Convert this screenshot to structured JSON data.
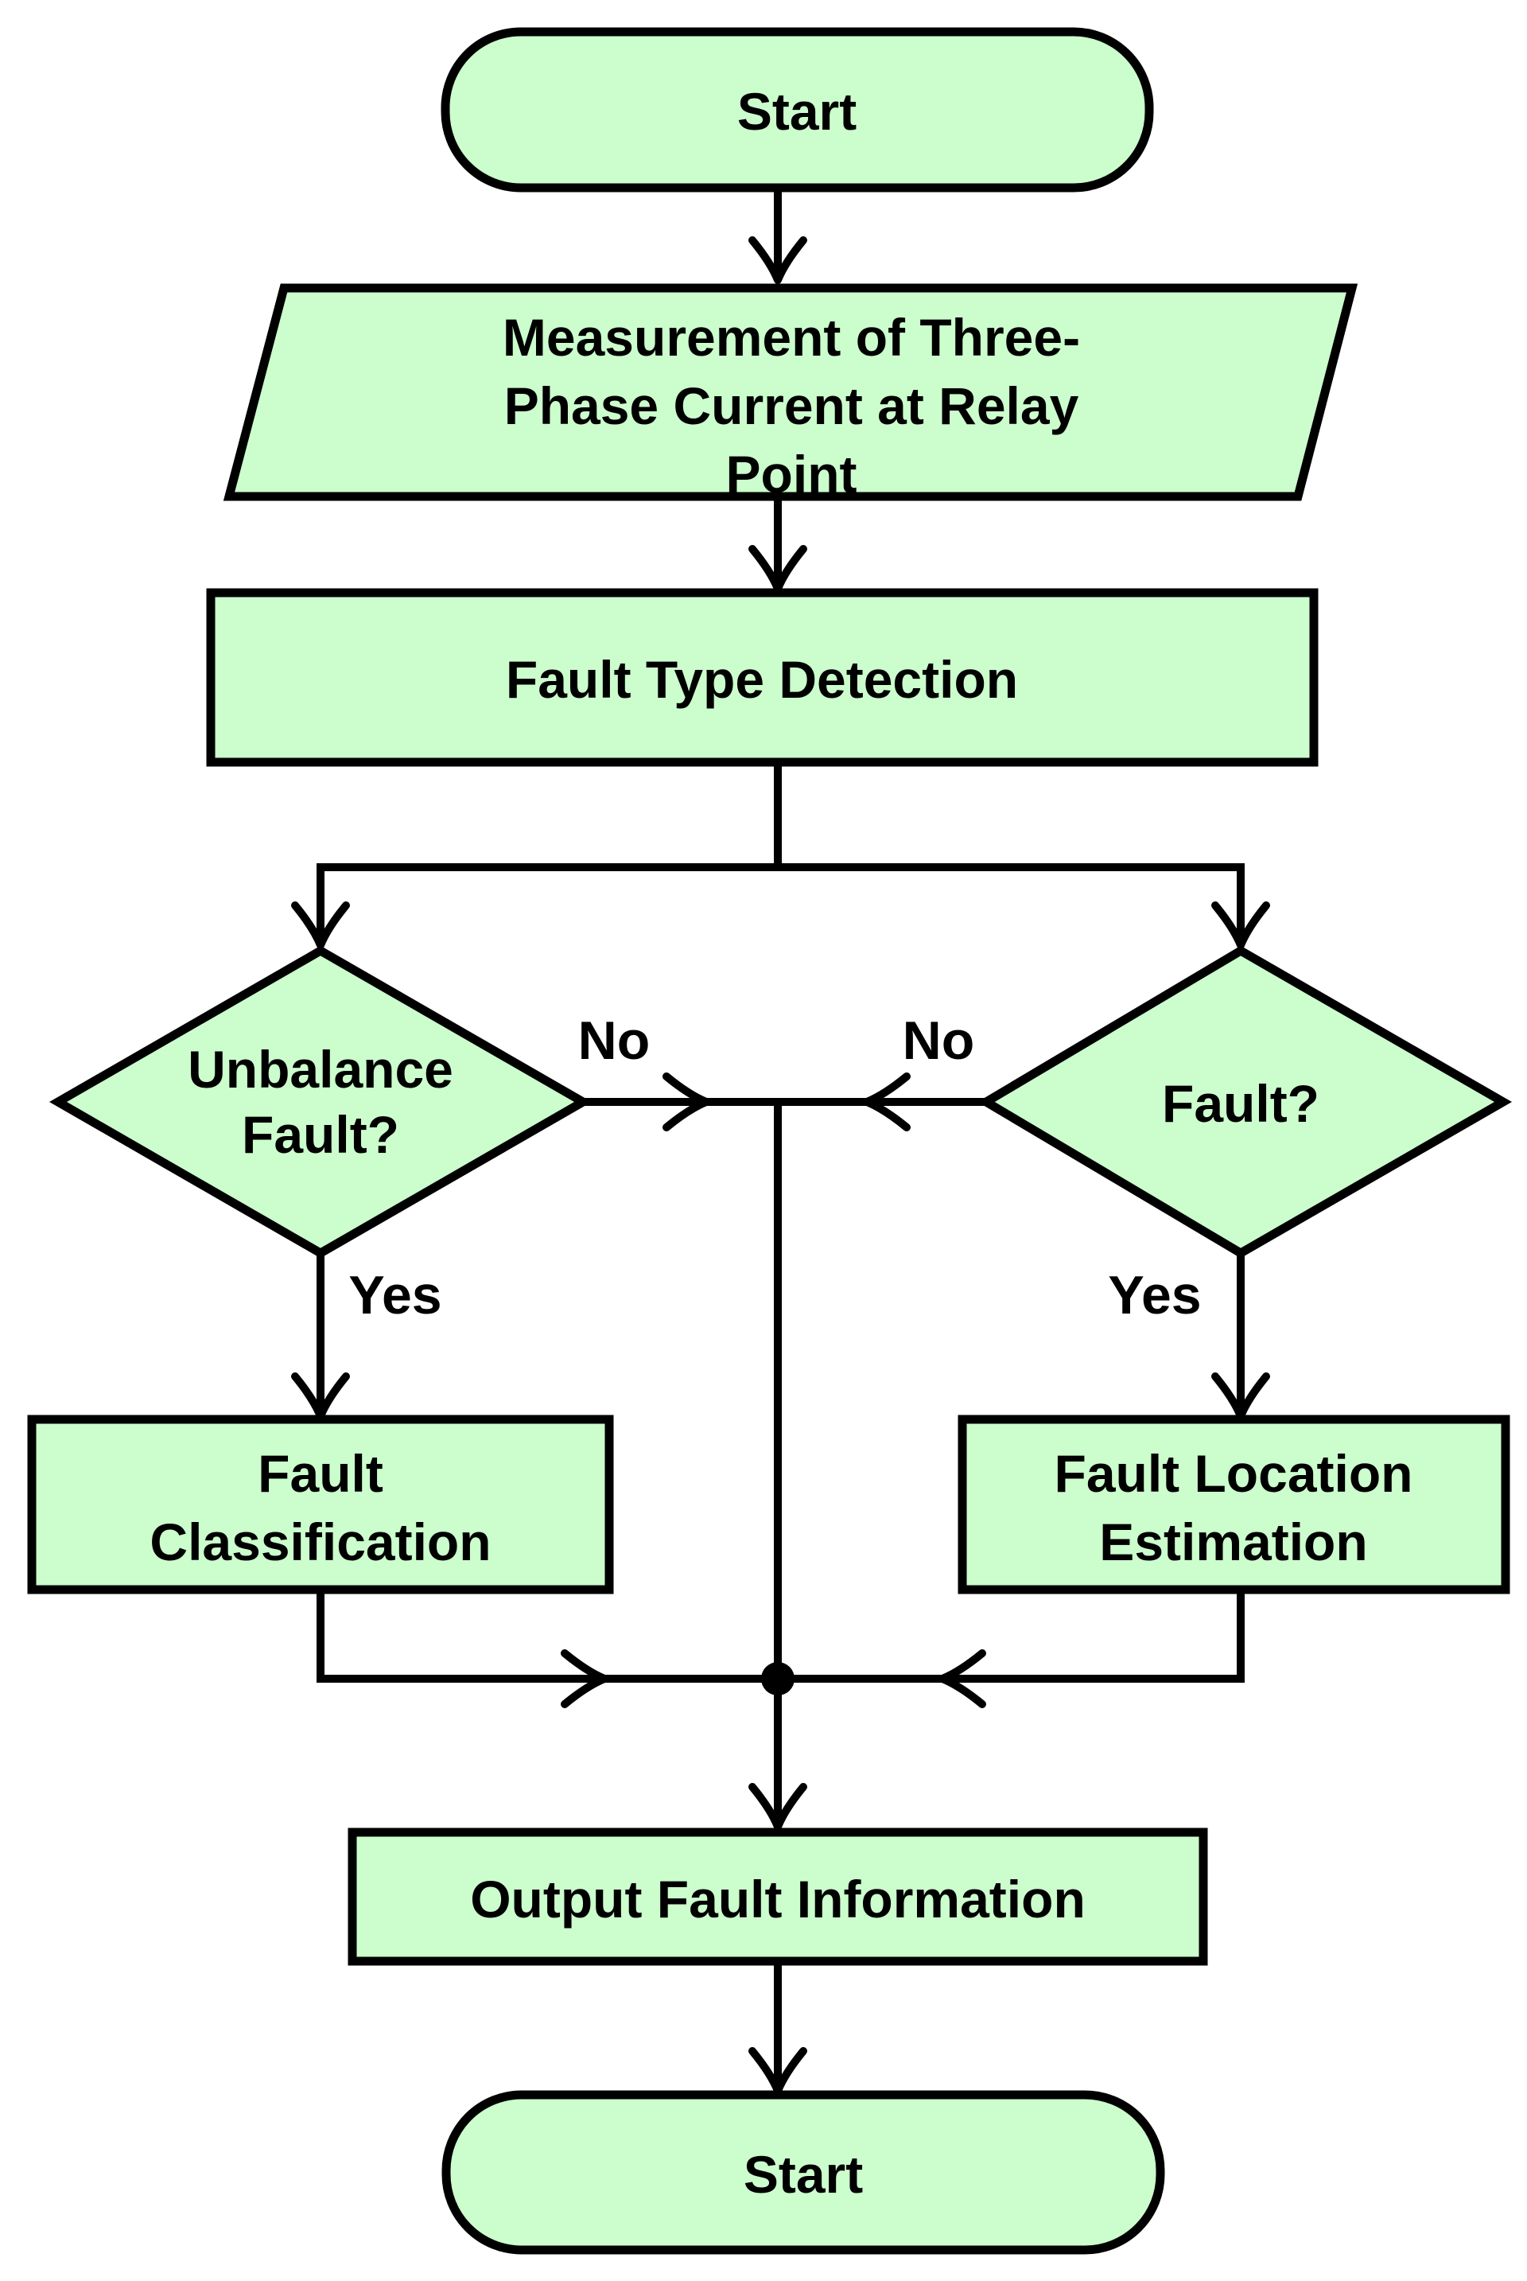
{
  "diagram": {
    "title": "Fault detection and location flowchart",
    "colors": {
      "node_fill": "#ccfdcd",
      "stroke": "#000000",
      "text": "#000000",
      "background": "#ffffff"
    },
    "nodes": {
      "start_top": {
        "type": "terminator",
        "label": "Start"
      },
      "measurement": {
        "type": "io",
        "label": "Measurement of Three-Phase Current at Relay Point",
        "lines": [
          "Measurement of Three-",
          "Phase Current at Relay",
          "Point"
        ]
      },
      "fault_type_detection": {
        "type": "process",
        "label": "Fault Type Detection"
      },
      "unbalance_fault": {
        "type": "decision",
        "label": "Unbalance Fault?",
        "lines": [
          "Unbalance",
          "Fault?"
        ]
      },
      "fault": {
        "type": "decision",
        "label": "Fault?"
      },
      "fault_classification": {
        "type": "process",
        "label": "Fault Classification",
        "lines": [
          "Fault",
          "Classification"
        ]
      },
      "fault_location_estimation": {
        "type": "process",
        "label": "Fault Location Estimation",
        "lines": [
          "Fault Location",
          "Estimation"
        ]
      },
      "output_fault_information": {
        "type": "process",
        "label": "Output Fault Information"
      },
      "start_bottom": {
        "type": "terminator",
        "label": "Start"
      }
    },
    "edge_labels": {
      "unbalance_no": "No",
      "fault_no": "No",
      "unbalance_yes": "Yes",
      "fault_yes": "Yes"
    }
  }
}
